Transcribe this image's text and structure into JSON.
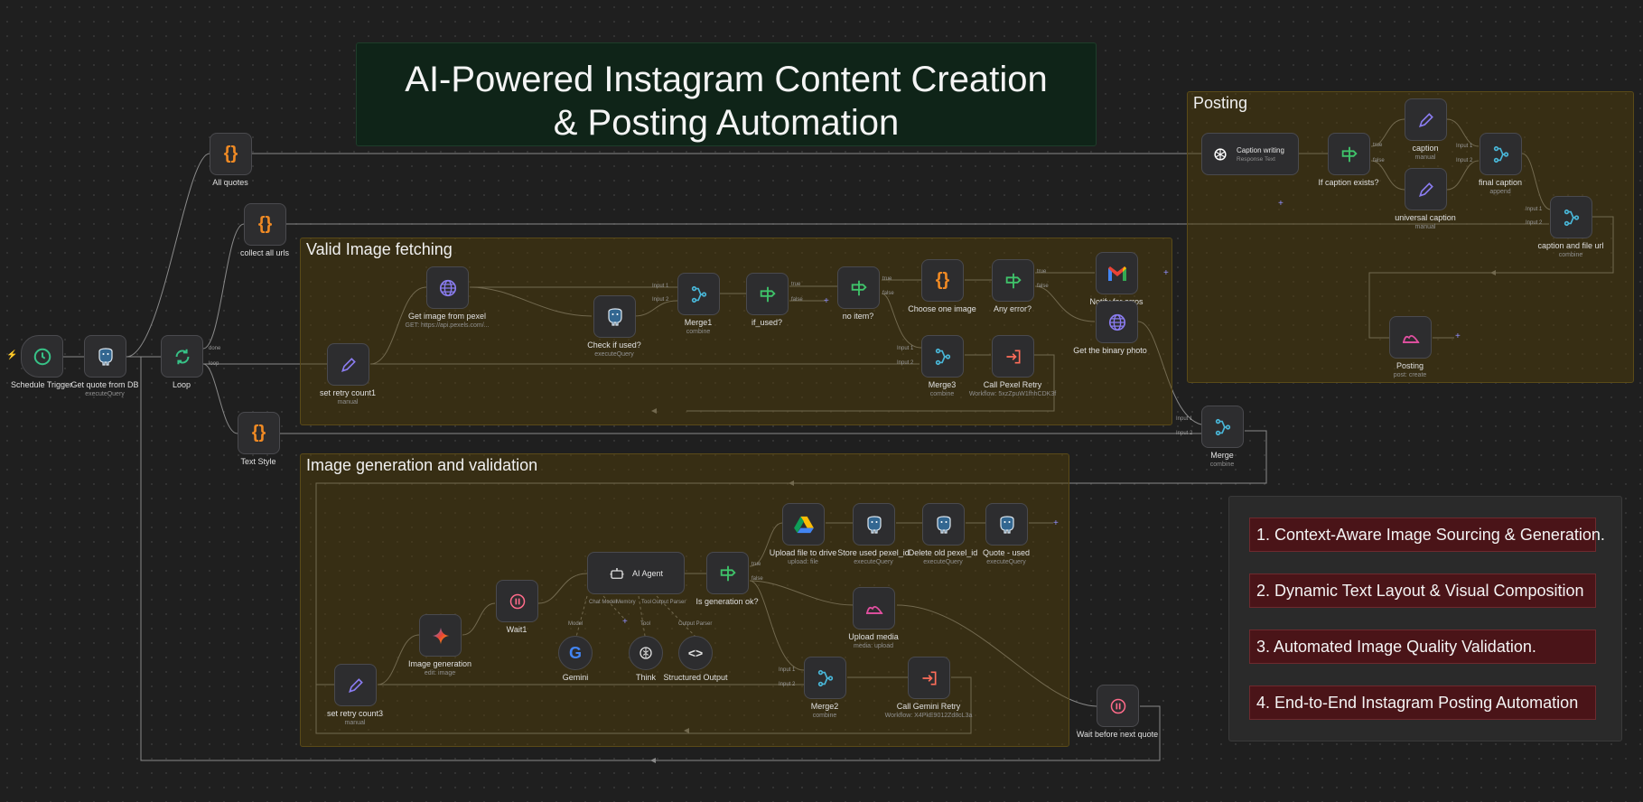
{
  "title_note": {
    "line1": "AI-Powered Instagram Content Creation",
    "line2": "& Posting Automation"
  },
  "groups": {
    "posting": "Posting",
    "valid_image": "Valid Image fetching",
    "image_generation": "Image generation and validation"
  },
  "features": [
    "1. Context-Aware Image Sourcing & Generation.",
    "2. Dynamic Text Layout & Visual Composition",
    "3. Automated Image Quality Validation.",
    "4. End-to-End Instagram Posting Automation"
  ],
  "nodes": {
    "schedule_trigger": {
      "label": "Schedule Trigger",
      "icon": "clock-icon"
    },
    "get_quote": {
      "label": "Get quote from DB",
      "sub": "executeQuery",
      "icon": "postgres-icon"
    },
    "loop": {
      "label": "Loop",
      "icon": "loop-icon"
    },
    "all_quotes": {
      "label": "All quotes",
      "icon": "code-braces-icon"
    },
    "collect_urls": {
      "label": "collect all urls",
      "icon": "code-braces-icon"
    },
    "text_style": {
      "label": "Text Style",
      "icon": "code-braces-icon"
    },
    "set_retry1": {
      "label": "set retry count1",
      "sub": "manual",
      "icon": "pencil-icon"
    },
    "get_image_pexel": {
      "label": "Get image from pexel",
      "sub": "GET: https://api.pexels.com/...",
      "icon": "globe-icon"
    },
    "check_used": {
      "label": "Check if used?",
      "sub": "executeQuery",
      "icon": "postgres-icon"
    },
    "merge1": {
      "label": "Merge1",
      "sub": "combine",
      "icon": "merge-icon"
    },
    "if_used": {
      "label": "if_used?",
      "icon": "if-icon"
    },
    "no_item": {
      "label": "no item?",
      "icon": "if-icon"
    },
    "choose_image": {
      "label": "Choose one image",
      "icon": "code-braces-icon"
    },
    "any_error": {
      "label": "Any error?",
      "icon": "if-icon"
    },
    "notify_errors": {
      "label": "Notify for erros",
      "icon": "gmail-icon"
    },
    "binary_photo": {
      "label": "Get the binary photo",
      "icon": "globe-icon"
    },
    "merge3": {
      "label": "Merge3",
      "sub": "combine",
      "icon": "merge-icon"
    },
    "call_pexel_retry": {
      "label": "Call Pexel Retry",
      "sub": "Workflow: 5xzZpuW1fhhCDK3f",
      "icon": "execute-workflow-icon"
    },
    "caption_writing": {
      "label": "Caption writing",
      "sub": "Response Text",
      "icon": "openai-icon"
    },
    "if_caption": {
      "label": "If caption exists?",
      "icon": "if-icon"
    },
    "caption": {
      "label": "caption",
      "sub": "manual",
      "icon": "pencil-icon"
    },
    "universal_caption": {
      "label": "universal caption",
      "sub": "manual",
      "icon": "pencil-icon"
    },
    "final_caption": {
      "label": "final caption",
      "sub": "append",
      "icon": "merge-icon"
    },
    "caption_file_url": {
      "label": "caption and file url",
      "sub": "combine",
      "icon": "merge-icon"
    },
    "posting": {
      "label": "Posting",
      "sub": "post: create",
      "icon": "instagram-icon"
    },
    "merge": {
      "label": "Merge",
      "sub": "combine",
      "icon": "merge-icon"
    },
    "set_retry3": {
      "label": "set retry count3",
      "sub": "manual",
      "icon": "pencil-icon"
    },
    "image_generation": {
      "label": "Image generation",
      "sub": "edit: image",
      "icon": "gemini-icon"
    },
    "wait1": {
      "label": "Wait1",
      "icon": "pause-icon"
    },
    "ai_agent": {
      "label": "AI Agent",
      "icon": "robot-icon"
    },
    "gemini": {
      "label": "Gemini",
      "icon": "google-icon"
    },
    "think": {
      "label": "Think",
      "icon": "brain-icon"
    },
    "structured_output": {
      "label": "Structured Output",
      "icon": "code-brackets-icon"
    },
    "is_generation_ok": {
      "label": "Is generation ok?",
      "icon": "if-icon"
    },
    "upload_drive": {
      "label": "Upload file to drive",
      "sub": "upload: file",
      "icon": "google-drive-icon"
    },
    "store_pexel": {
      "label": "Store used pexel_id",
      "sub": "executeQuery",
      "icon": "postgres-icon"
    },
    "delete_pexel": {
      "label": "Delete old pexel_id",
      "sub": "executeQuery",
      "icon": "postgres-icon"
    },
    "quote_used": {
      "label": "Quote - used",
      "sub": "executeQuery",
      "icon": "postgres-icon"
    },
    "upload_media": {
      "label": "Upload media",
      "sub": "media: upload",
      "icon": "instagram-icon"
    },
    "merge2": {
      "label": "Merge2",
      "sub": "combine",
      "icon": "merge-icon"
    },
    "call_gemini_retry": {
      "label": "Call Gemini Retry",
      "sub": "Workflow: X4PkE9012Zd8cL3a",
      "icon": "execute-workflow-icon"
    },
    "wait_next_quote": {
      "label": "Wait before next quote",
      "icon": "pause-icon"
    }
  },
  "ports": {
    "done": "done",
    "loop": "loop",
    "input1": "Input 1",
    "input2": "Input 2",
    "true": "true",
    "false": "false",
    "chat_model": "Chat Model",
    "memory": "Memory",
    "tool": "Tool",
    "output_parser": "Output Parser",
    "model": "Model",
    "tool_label": "Tool"
  },
  "colors": {
    "canvas": "#1f1f1f",
    "wire": "#8a8a8a",
    "group_fill": "#3b300a",
    "feature_fill": "#4a1418",
    "title_fill": "#0f2418",
    "code_orange": "#f08a24",
    "if_green": "#3fc46a",
    "merge_teal": "#49b7d9",
    "pencil_purple": "#8a7cf0"
  }
}
